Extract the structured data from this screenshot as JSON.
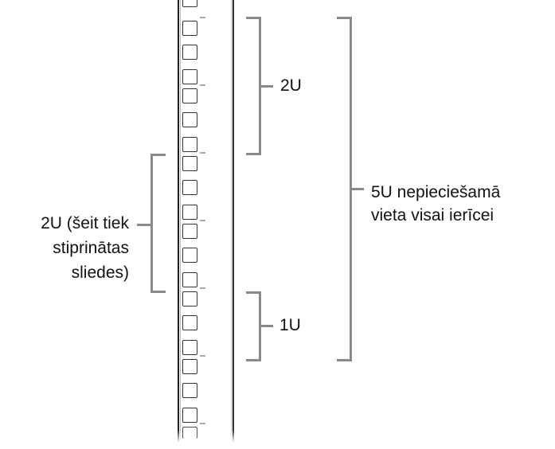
{
  "diagram": {
    "rack": {
      "hole_positions_y": [
        -10,
        26,
        56,
        87,
        111,
        141,
        172,
        196,
        226,
        257,
        281,
        311,
        342,
        366,
        396,
        427,
        451,
        481,
        512,
        536
      ],
      "unit_tick_positions_y": [
        21,
        106,
        191,
        276,
        361,
        446,
        531
      ]
    },
    "brackets": [
      {
        "id": "bracket-2u-top",
        "label": "2U"
      },
      {
        "id": "bracket-1u",
        "label": "1U"
      },
      {
        "id": "bracket-5u",
        "label_lines": [
          "5U nepieciešamā",
          "vieta visai ierīcei"
        ]
      },
      {
        "id": "bracket-2u-rails",
        "label_lines": [
          "2U (šeit tiek",
          "stiprinātas",
          "sliedes)"
        ]
      }
    ],
    "colors": {
      "bracket": "#8a8a8a",
      "rail": "#222222",
      "text": "#111111"
    }
  }
}
